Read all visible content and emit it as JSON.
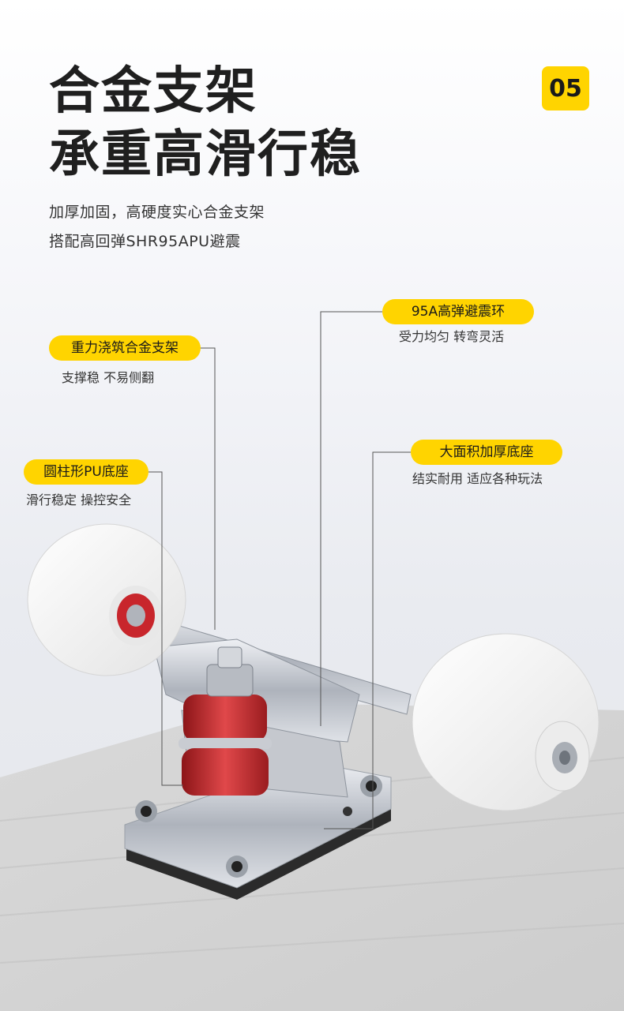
{
  "heading": {
    "line1": "合金支架",
    "line2": "承重高滑行稳"
  },
  "intro": {
    "line1": "加厚加固，高硬度实心合金支架",
    "line2": "搭配高回弹SHR95APU避震"
  },
  "badge": "05",
  "callouts": [
    {
      "label": "95A高弹避震环",
      "desc": "受力均匀 转弯灵活"
    },
    {
      "label": "重力浇筑合金支架",
      "desc": "支撑稳 不易侧翻"
    },
    {
      "label": "大面积加厚底座",
      "desc": "结实耐用 适应各种玩法"
    },
    {
      "label": "圆柱形PU底座",
      "desc": "滑行稳定 操控安全"
    }
  ],
  "colors": {
    "accent": "#ffd400",
    "title": "#1f1f1f",
    "wheel": "#f5f5f5",
    "bushing": "#c8262c",
    "metal": "#c9ccd2",
    "deck": "#d6d6d6"
  }
}
